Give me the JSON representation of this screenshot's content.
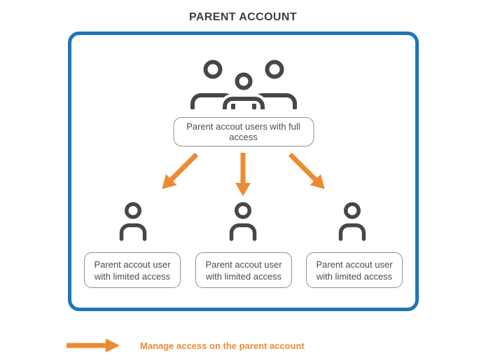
{
  "title": "PARENT ACCOUNT",
  "colors": {
    "frame_border_blue": "#1b75bb",
    "accent_orange": "#ed8b33",
    "icon_gray": "#47474a",
    "box_border_gray": "#8f8f8f",
    "text_dark": "#4d4d4d",
    "title_color": "#3b4046"
  },
  "frame": {
    "full_access_box": {
      "label": "Parent accout users with full access"
    },
    "limited_boxes": [
      {
        "line1": "Parent accout user",
        "line2": "with limited access"
      },
      {
        "line1": "Parent accout user",
        "line2": "with limited access"
      },
      {
        "line1": "Parent accout user",
        "line2": "with limited access"
      }
    ],
    "icons": {
      "top": "group-users-icon",
      "users": [
        "user-icon",
        "user-icon",
        "user-icon"
      ],
      "arrows": [
        "arrow-down-left-icon",
        "arrow-down-icon",
        "arrow-down-right-icon"
      ]
    }
  },
  "legend": {
    "icon": "arrow-right-icon",
    "label": "Manage access on the parent account"
  }
}
